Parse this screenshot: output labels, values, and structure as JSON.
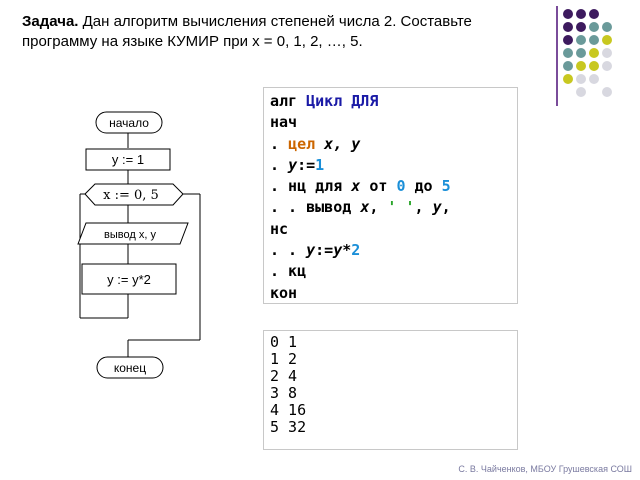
{
  "task": {
    "label": "Задача.",
    "text": " Дан алгоритм вычисления степеней числа 2. Составьте программу на языке КУМИР при x = 0, 1, 2, …, 5."
  },
  "flowchart": {
    "start": "начало",
    "init": "y := 1",
    "loop": "x := 0, 5",
    "output": "вывод x, y",
    "process": "y := y*2",
    "end": "конец"
  },
  "code": {
    "line1_kw": "алг ",
    "line1_name": "Цикл ДЛЯ",
    "line2": "нач",
    "line3_dot": ". ",
    "line3_kw": "цел",
    "line3_vars": " x, y",
    "line4_dot": ". ",
    "line4_var": "y",
    "line4_assign": ":=",
    "line4_num": "1",
    "line5_a": ". нц для ",
    "line5_x": "x",
    "line5_from": " от ",
    "line5_n0": "0",
    "line5_to": " до ",
    "line5_n5": "5",
    "line6_a": ". . вывод ",
    "line6_x": "x",
    "line6_comma": ", ",
    "line6_str": "' '",
    "line6_comma2": ", ",
    "line6_y": "y",
    "line6_end": ",",
    "line7": "нс",
    "line8_a": ". . ",
    "line8_y": "y",
    "line8_assign": ":=",
    "line8_y2": "y",
    "line8_mul": "*",
    "line8_num": "2",
    "line9": ". кц",
    "line10": "кон"
  },
  "output": {
    "lines": [
      "0 1",
      "1 2",
      "2 4",
      "3 8",
      "4 16",
      "5 32"
    ]
  },
  "credit": "С. В. Чайченков, МБОУ Грушевская СОШ",
  "colors": {
    "purple": "#3d1a5e",
    "teal": "#6a9a9a",
    "yellow": "#c8c820",
    "lightgray": "#d8d8e0"
  }
}
